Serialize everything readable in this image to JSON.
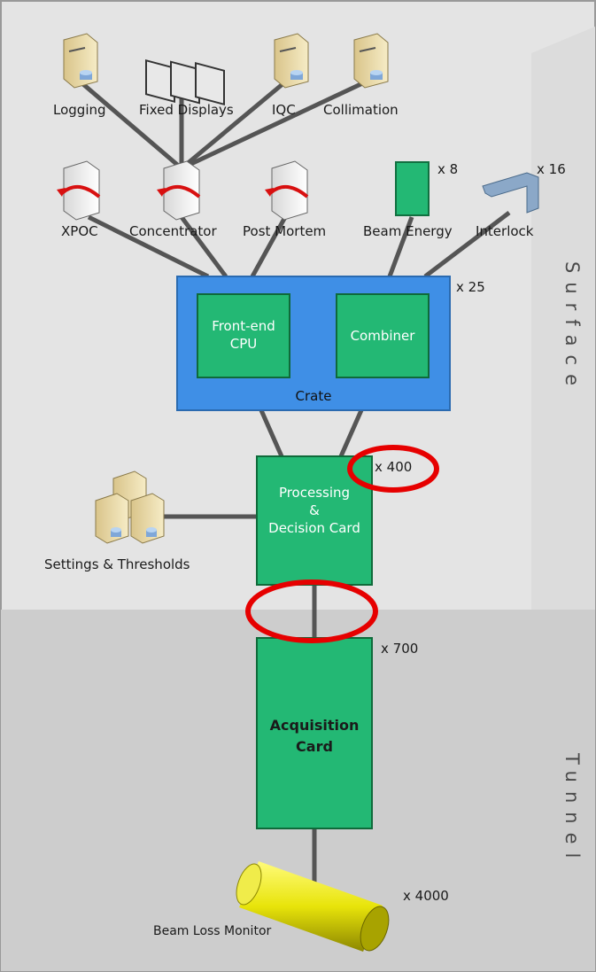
{
  "zones": {
    "surface": "Surface",
    "tunnel": "Tunnel"
  },
  "top_nodes": {
    "logging": "Logging",
    "fixed_displays": "Fixed Displays",
    "iqc": "IQC",
    "collimation": "Collimation"
  },
  "mid_nodes": {
    "xpoc": "XPOC",
    "concentrator": "Concentrator",
    "post_mortem": "Post Mortem",
    "beam_energy": "Beam Energy",
    "interlock": "Interlock"
  },
  "multipliers": {
    "beam_energy": "x 8",
    "interlock": "x 16",
    "crate": "x 25",
    "processing": "x 400",
    "acquisition": "x 700",
    "blm": "x 4000"
  },
  "crate": {
    "label": "Crate",
    "cpu": "Front-end\nCPU",
    "combiner": "Combiner"
  },
  "processing_card": "Processing\n&\nDecision Card",
  "settings": "Settings & Thresholds",
  "acquisition_card": "Acquisition\nCard",
  "beam_loss_monitor": "Beam Loss Monitor",
  "colors": {
    "card_green": "#23b874",
    "crate_blue": "#3f8fe6",
    "highlight_red": "#e60000",
    "connector": "#555555",
    "monitor_yellow": "#e8e40a"
  }
}
